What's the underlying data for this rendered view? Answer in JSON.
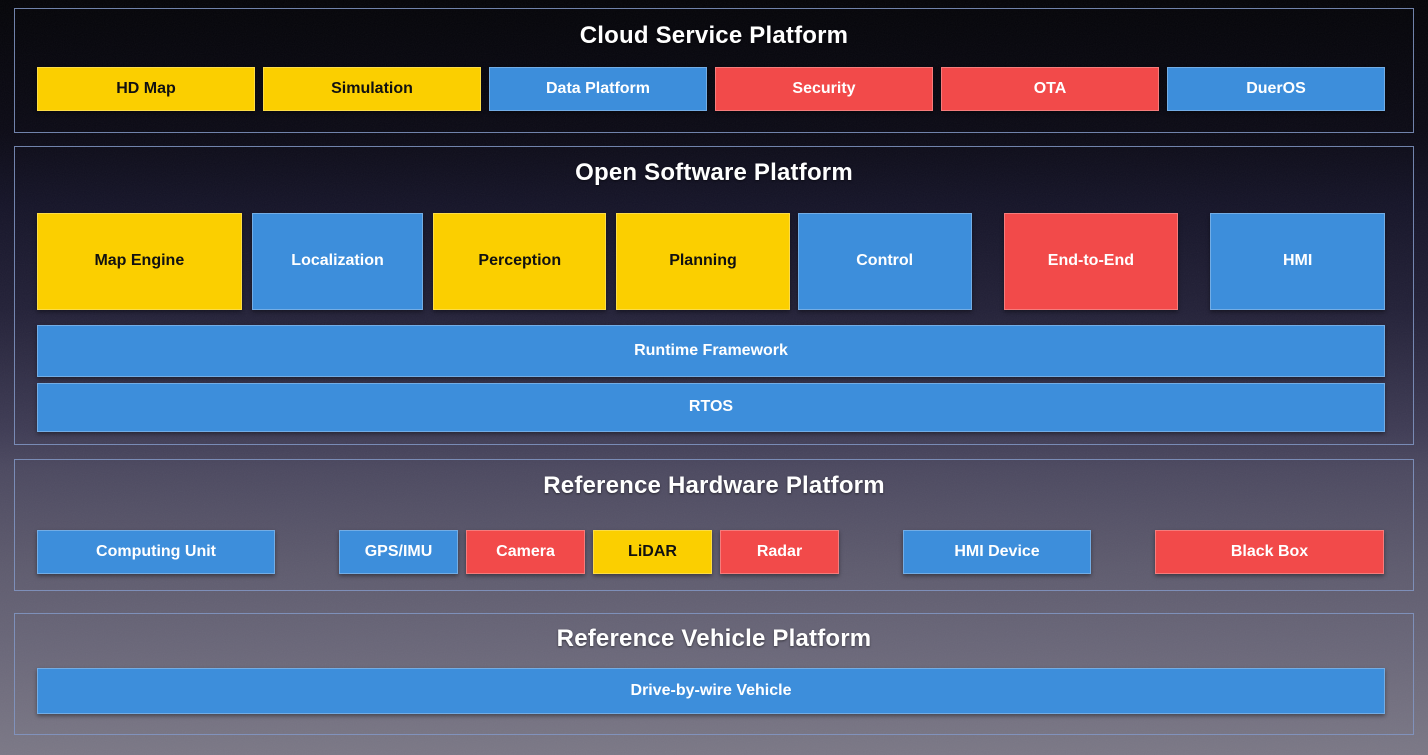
{
  "palette": {
    "yellow": "#FBCF00",
    "blue": "#3D8EDB",
    "red": "#F24A4A",
    "section_border": "#8298C5",
    "title_color": "#FFFFFF",
    "text_on_color": "#FFFFFF",
    "text_on_yellow": "#111111"
  },
  "sections": {
    "cloud": {
      "title": "Cloud Service Platform",
      "boxes": [
        {
          "label": "HD Map",
          "color": "yellow"
        },
        {
          "label": "Simulation",
          "color": "yellow"
        },
        {
          "label": "Data Platform",
          "color": "blue"
        },
        {
          "label": "Security",
          "color": "red"
        },
        {
          "label": "OTA",
          "color": "red"
        },
        {
          "label": "DuerOS",
          "color": "blue"
        }
      ]
    },
    "software": {
      "title": "Open Software Platform",
      "modules": [
        {
          "label": "Map Engine",
          "color": "yellow"
        },
        {
          "label": "Localization",
          "color": "blue"
        },
        {
          "label": "Perception",
          "color": "yellow"
        },
        {
          "label": "Planning",
          "color": "yellow"
        },
        {
          "label": "Control",
          "color": "blue"
        },
        {
          "label": "End-to-End",
          "color": "red"
        },
        {
          "label": "HMI",
          "color": "blue"
        }
      ],
      "bars": [
        {
          "label": "Runtime Framework",
          "color": "blue"
        },
        {
          "label": "RTOS",
          "color": "blue"
        }
      ]
    },
    "hardware": {
      "title": "Reference Hardware Platform",
      "boxes": [
        {
          "label": "Computing Unit",
          "color": "blue"
        },
        {
          "label": "GPS/IMU",
          "color": "blue"
        },
        {
          "label": "Camera",
          "color": "red"
        },
        {
          "label": "LiDAR",
          "color": "yellow"
        },
        {
          "label": "Radar",
          "color": "red"
        },
        {
          "label": "HMI Device",
          "color": "blue"
        },
        {
          "label": "Black Box",
          "color": "red"
        }
      ]
    },
    "vehicle": {
      "title": "Reference Vehicle Platform",
      "bars": [
        {
          "label": "Drive-by-wire Vehicle",
          "color": "blue"
        }
      ]
    }
  }
}
